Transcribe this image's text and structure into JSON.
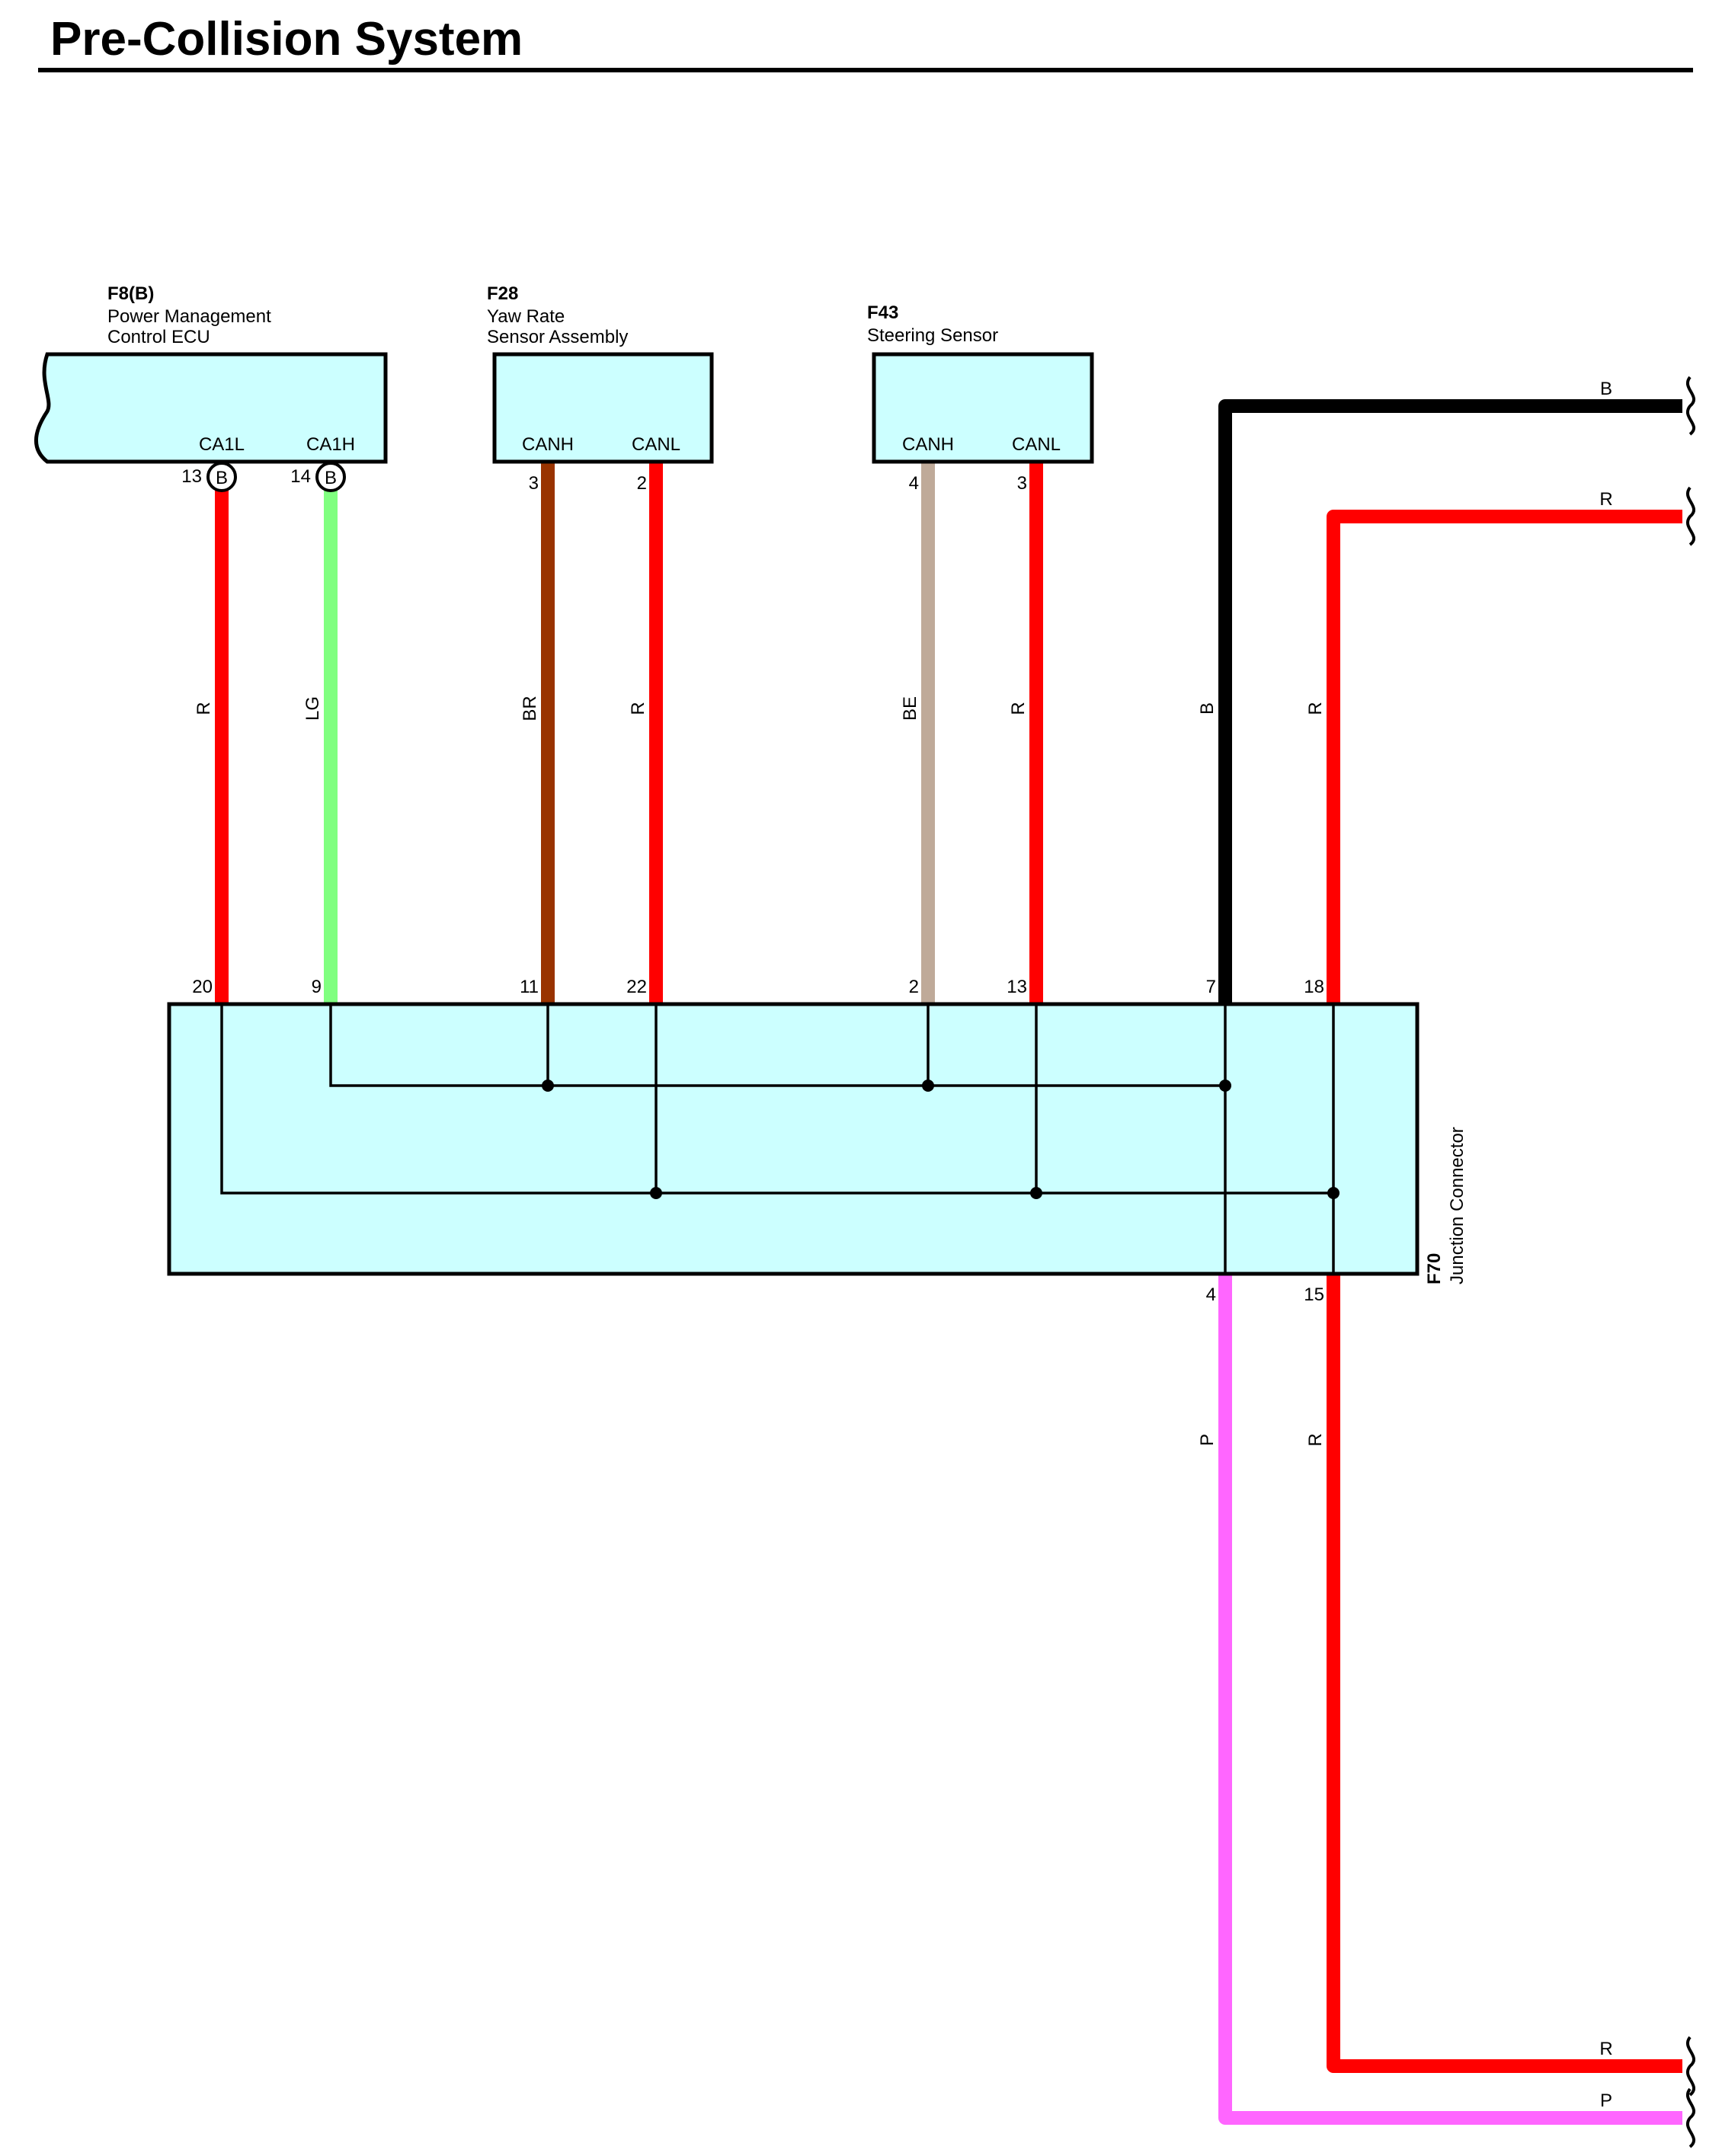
{
  "title": "Pre-Collision System",
  "components": {
    "f8": {
      "code": "F8(B)",
      "name_line1": "Power Management",
      "name_line2": "Control ECU",
      "pin_a": "CA1L",
      "pin_b": "CA1H",
      "pin_a_num": "13",
      "pin_b_num": "14",
      "pin_a_conn": "B",
      "pin_b_conn": "B"
    },
    "f28": {
      "code": "F28",
      "name_line1": "Yaw Rate",
      "name_line2": "Sensor Assembly",
      "pin_a": "CANH",
      "pin_b": "CANL",
      "pin_a_num": "3",
      "pin_b_num": "2"
    },
    "f43": {
      "code": "F43",
      "name_line1": "Steering Sensor",
      "pin_a": "CANH",
      "pin_b": "CANL",
      "pin_a_num": "4",
      "pin_b_num": "3"
    },
    "f70": {
      "code": "F70",
      "name": "Junction Connector"
    }
  },
  "wires": [
    {
      "id": "f8-ca1l",
      "color_code": "R",
      "hex": "#ff0000",
      "junction_pin": "20"
    },
    {
      "id": "f8-ca1h",
      "color_code": "LG",
      "hex": "#80ff80",
      "junction_pin": "9"
    },
    {
      "id": "f28-canh",
      "color_code": "BR",
      "hex": "#993300",
      "junction_pin": "11"
    },
    {
      "id": "f28-canl",
      "color_code": "R",
      "hex": "#ff0000",
      "junction_pin": "22"
    },
    {
      "id": "f43-canh",
      "color_code": "BE",
      "hex": "#bfaa99",
      "junction_pin": "2"
    },
    {
      "id": "f43-canl",
      "color_code": "R",
      "hex": "#ff0000",
      "junction_pin": "13"
    },
    {
      "id": "top-black",
      "color_code": "B",
      "hex": "#000000",
      "junction_pin": "7",
      "end_label": "B"
    },
    {
      "id": "top-red",
      "color_code": "R",
      "hex": "#ff0000",
      "junction_pin": "18",
      "end_label": "R"
    },
    {
      "id": "bottom-pink",
      "color_code": "P",
      "hex": "#ff66ff",
      "junction_pin": "4",
      "end_label": "P"
    },
    {
      "id": "bottom-red",
      "color_code": "R",
      "hex": "#ff0000",
      "junction_pin": "15",
      "end_label": "R"
    }
  ]
}
